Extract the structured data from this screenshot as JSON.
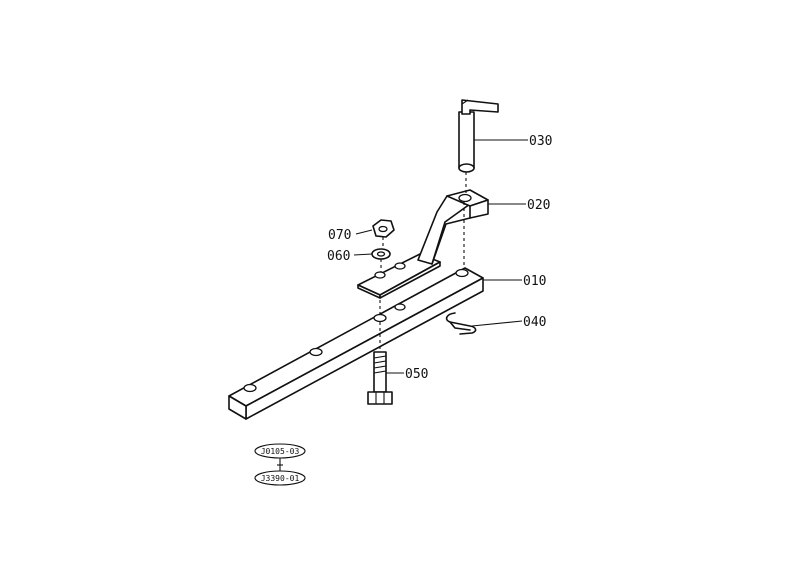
{
  "callouts": {
    "p030": "030",
    "p020": "020",
    "p010": "010",
    "p040": "040",
    "p070": "070",
    "p060": "060",
    "p050": "050"
  },
  "references": {
    "top": "J0105-03",
    "bottom": "J3390-01"
  }
}
